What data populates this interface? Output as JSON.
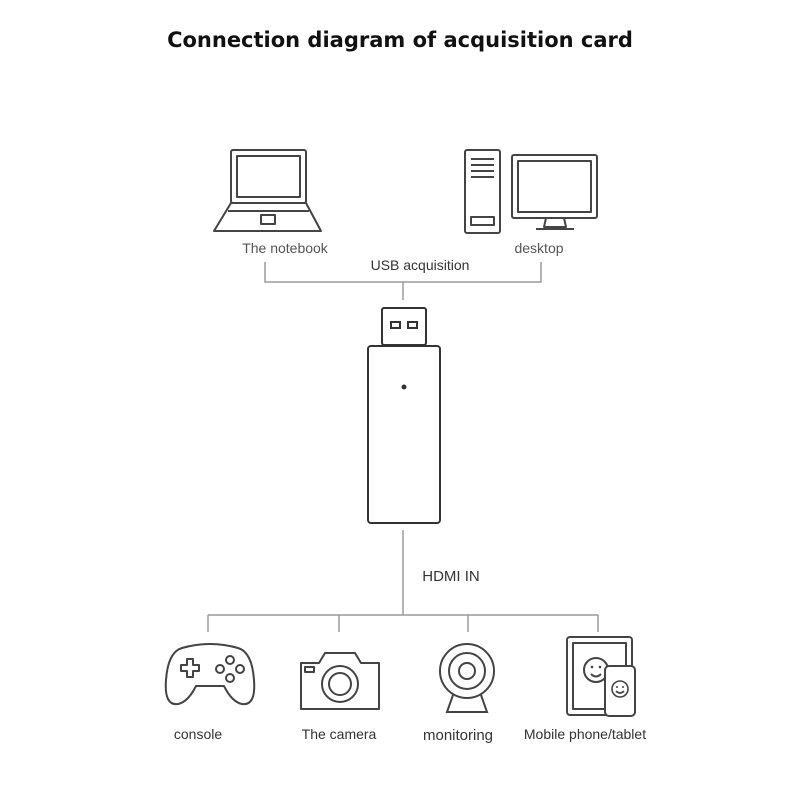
{
  "title": "Connection diagram of acquisition card",
  "hosts": [
    {
      "label": "The notebook",
      "icon": "laptop-icon"
    },
    {
      "label": "desktop",
      "icon": "desktop-computer-icon"
    }
  ],
  "usb_label": "USB acquisition",
  "hdmi_label": "HDMI IN",
  "sources": [
    {
      "label": "console",
      "icon": "gamepad-icon"
    },
    {
      "label": "The camera",
      "icon": "camera-icon"
    },
    {
      "label": "monitoring",
      "icon": "webcam-icon"
    },
    {
      "label": "Mobile phone/tablet",
      "icon": "phone-tablet-icon"
    }
  ],
  "colors": {
    "line": "#9a9a9a",
    "icon_stroke": "#444444",
    "device_stroke": "#333333"
  }
}
